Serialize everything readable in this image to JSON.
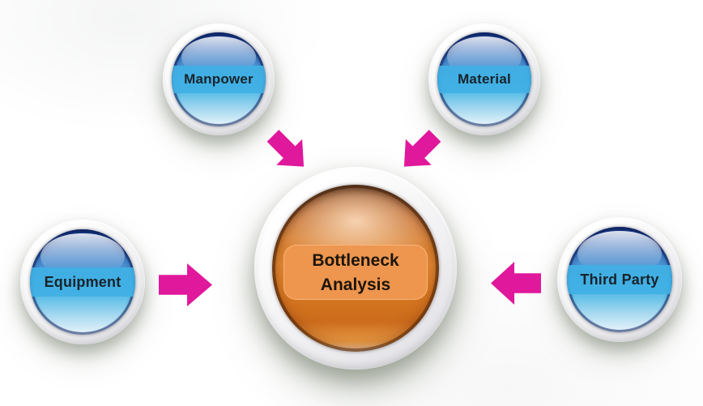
{
  "diagram": {
    "kind": "hub-and-spoke",
    "center": {
      "id": "bottleneck-analysis",
      "lines": [
        "Bottleneck",
        "Analysis"
      ]
    },
    "nodes": [
      {
        "id": "manpower",
        "label": "Manpower",
        "position": "top-left"
      },
      {
        "id": "material",
        "label": "Material",
        "position": "top-right"
      },
      {
        "id": "equipment",
        "label": "Equipment",
        "position": "left"
      },
      {
        "id": "third-party",
        "label": "Third Party",
        "position": "right"
      }
    ],
    "arrows": [
      {
        "from": "manpower",
        "to": "bottleneck-analysis",
        "direction": "down-right"
      },
      {
        "from": "material",
        "to": "bottleneck-analysis",
        "direction": "down-left"
      },
      {
        "from": "equipment",
        "to": "bottleneck-analysis",
        "direction": "right"
      },
      {
        "from": "third-party",
        "to": "bottleneck-analysis",
        "direction": "left"
      }
    ]
  },
  "colors": {
    "arrow": "#e0189c",
    "blue_band": "#41b0e4",
    "orange_band": "#ef9750",
    "text": "#16181c",
    "bg": "#ffffff"
  }
}
